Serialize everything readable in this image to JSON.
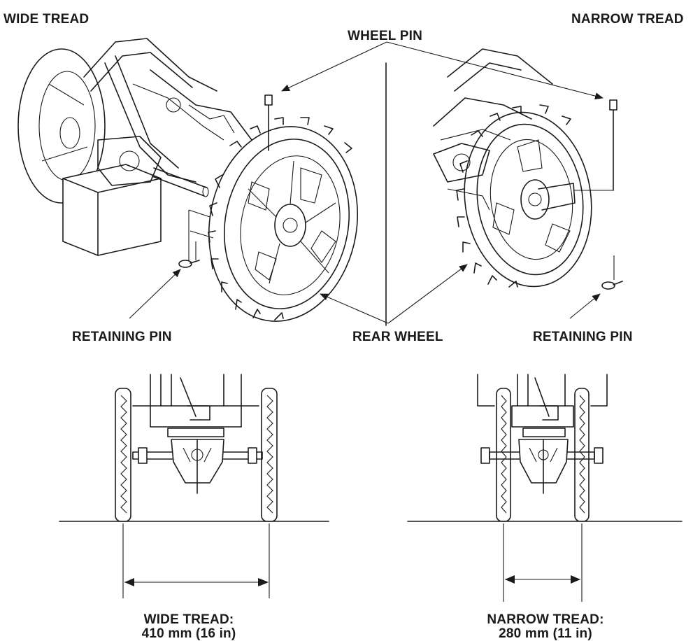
{
  "labels": {
    "wide_tread": "WIDE TREAD",
    "narrow_tread": "NARROW TREAD",
    "wheel_pin": "WHEEL PIN",
    "retaining_pin_left": "RETAINING PIN",
    "rear_wheel": "REAR WHEEL",
    "retaining_pin_right": "RETAINING PIN",
    "wide_dim_title": "WIDE TREAD:",
    "wide_dim_value": "410 mm (16 in)",
    "narrow_dim_title": "NARROW TREAD:",
    "narrow_dim_value": "280 mm (11 in)"
  }
}
